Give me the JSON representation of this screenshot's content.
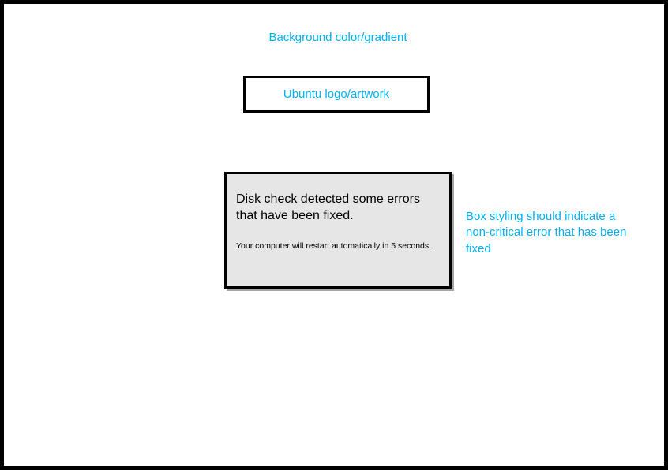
{
  "annotations": {
    "background": "Background color/gradient",
    "logo": "Ubuntu logo/artwork",
    "box_styling": "Box styling should indicate a non-critical error that has been fixed"
  },
  "dialog": {
    "title": "Disk check detected some errors that have been fixed.",
    "subtext": "Your computer will restart automatically in 5 seconds."
  },
  "colors": {
    "annotation": "#00b0f0",
    "dialog_background": "#e6e6e6",
    "outline": "#000000",
    "page_background": "#ffffff"
  }
}
